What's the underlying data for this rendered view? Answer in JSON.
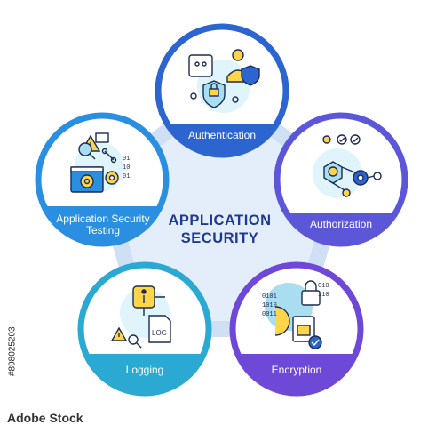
{
  "title_line1": "APPLICATION",
  "title_line2": "SECURITY",
  "nodes": [
    {
      "label": "Authentication",
      "color": "#2c64d0",
      "icon": "user-shield-lock-icon"
    },
    {
      "label": "Authorization",
      "color": "#5c56d9",
      "icon": "network-gear-icon"
    },
    {
      "label": "Encryption",
      "color": "#6e48d6",
      "icon": "padlock-binary-icon"
    },
    {
      "label": "Logging",
      "color": "#2aa9d3",
      "icon": "log-file-alert-icon"
    },
    {
      "label": "Application Security Testing",
      "color": "#2a8fe0",
      "icon": "bug-target-gear-icon"
    }
  ],
  "colors": {
    "title": "#1f3a93",
    "connector": "#cfe0f5",
    "icon_fill": "#a8def0",
    "icon_accent": "#ffd54a",
    "icon_stroke": "#1d2b53"
  },
  "watermark": {
    "id": "#898025203",
    "logo": "Adobe Stock"
  }
}
